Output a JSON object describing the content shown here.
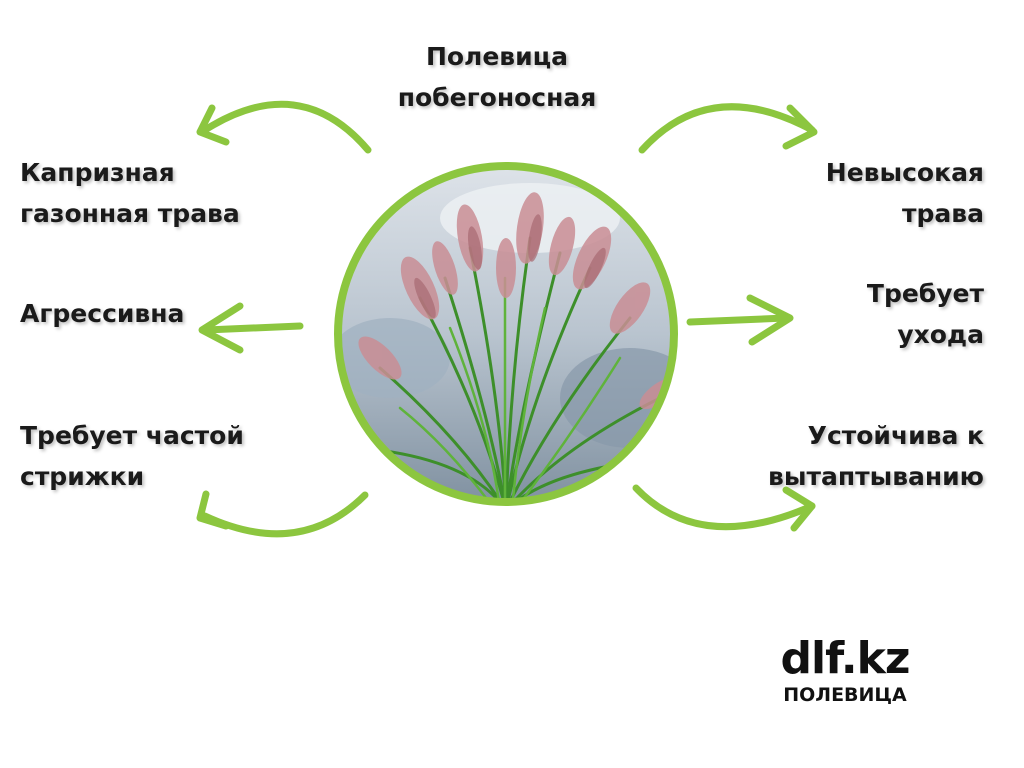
{
  "title": {
    "line1": "Полевица",
    "line2": "побегоносная"
  },
  "left_items": [
    {
      "line1": "Капризная",
      "line2": "газонная трава"
    },
    {
      "line1": "Агрессивна",
      "line2": ""
    },
    {
      "line1": "Требует частой",
      "line2": "стрижки"
    }
  ],
  "right_items": [
    {
      "line1": "Невысокая",
      "line2": "трава"
    },
    {
      "line1": "Требует",
      "line2": "ухода"
    },
    {
      "line1": "Устойчива к",
      "line2": "вытаптыванию"
    }
  ],
  "logo": {
    "word": "dlf.kz",
    "sub": "ПОЛЕВИЦА"
  },
  "colors": {
    "arrow": "#8cc63f",
    "ring": "#8cc63f",
    "text": "#1a1a1a"
  },
  "photo": {
    "subject": "grass-plant-with-pink-panicles"
  }
}
